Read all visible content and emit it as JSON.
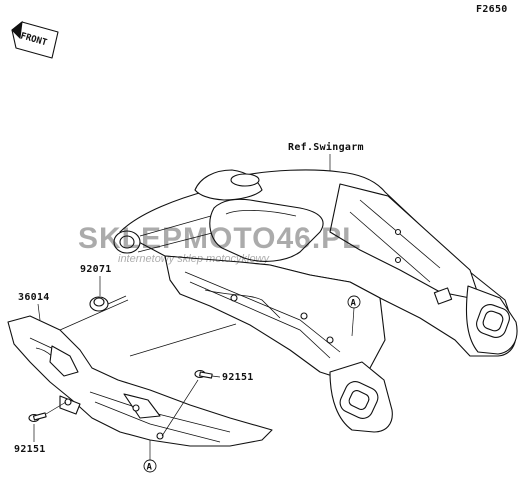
{
  "figure_code": "F2650",
  "front_label": "FRONT",
  "watermark": {
    "brand": "SKLEPMOTO46.PL",
    "tagline": "internetowy sklep motocyklowy",
    "color": "#d9534f"
  },
  "callouts": {
    "ref_swingarm": "Ref.Swingarm",
    "p92071": "92071",
    "p36014": "36014",
    "p92151_upper": "92151",
    "p92151_lower": "92151",
    "marker_upper": "A",
    "marker_lower": "A"
  }
}
